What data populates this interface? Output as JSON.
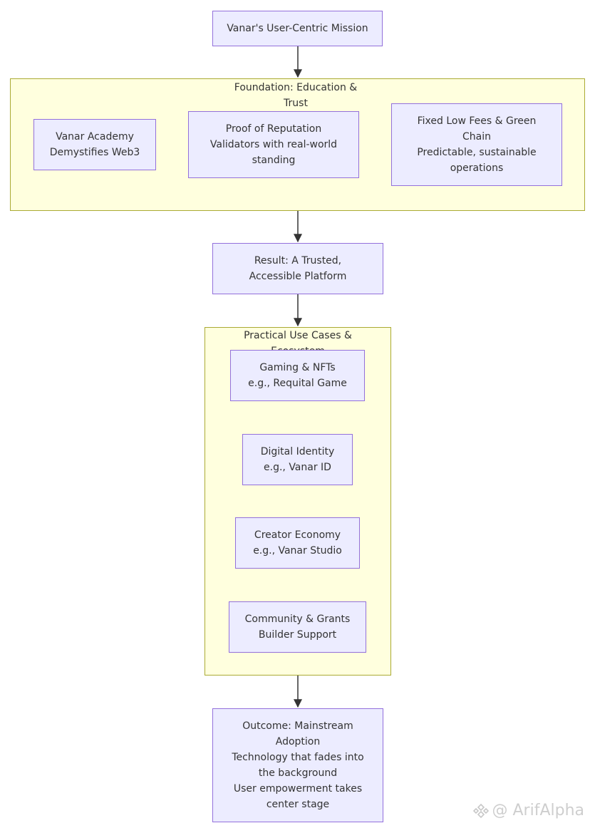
{
  "mission": {
    "label": "Vanar's User-Centric Mission"
  },
  "foundation": {
    "title_lines": [
      "Foundation: Education &",
      "Trust"
    ],
    "nodes": [
      {
        "lines": [
          "Vanar Academy",
          "Demystifies Web3"
        ]
      },
      {
        "lines": [
          "Proof of Reputation",
          "Validators with real-world",
          "standing"
        ]
      },
      {
        "lines": [
          "Fixed Low Fees & Green",
          "Chain",
          "Predictable, sustainable",
          "operations"
        ]
      }
    ]
  },
  "result": {
    "lines": [
      "Result: A Trusted,",
      "Accessible Platform"
    ]
  },
  "use_cases": {
    "title_lines": [
      "Practical Use Cases &",
      "Ecosystem"
    ],
    "nodes": [
      {
        "lines": [
          "Gaming & NFTs",
          "e.g., Requital Game"
        ]
      },
      {
        "lines": [
          "Digital Identity",
          "e.g., Vanar ID"
        ]
      },
      {
        "lines": [
          "Creator Economy",
          "e.g., Vanar Studio"
        ]
      },
      {
        "lines": [
          "Community & Grants",
          "Builder Support"
        ]
      }
    ]
  },
  "outcome": {
    "lines": [
      "Outcome: Mainstream",
      "Adoption",
      "Technology that fades into",
      "the background",
      "User empowerment takes",
      "center stage"
    ]
  },
  "watermark": {
    "text": "@ ArifAlpha",
    "icon": "binance-logo-icon"
  },
  "colors": {
    "node_fill": "#ececff",
    "node_border": "#9370db",
    "cluster_fill": "#ffffde",
    "cluster_border": "#aaaa33",
    "edge": "#333333"
  }
}
